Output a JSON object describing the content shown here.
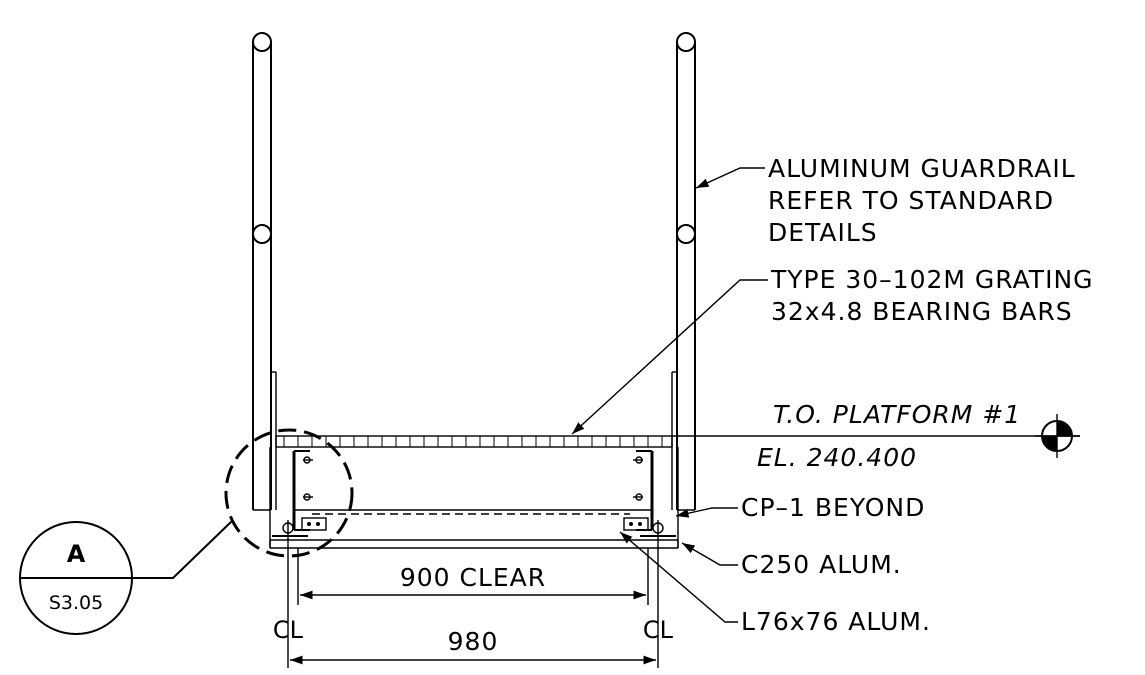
{
  "labels": {
    "guardrail": [
      "ALUMINUM GUARDRAIL",
      "REFER TO STANDARD",
      "DETAILS"
    ],
    "grating": [
      "TYPE 30–102M GRATING",
      "32x4.8 BEARING BARS"
    ],
    "platform": "T.O. PLATFORM #1",
    "elevation": "EL. 240.400",
    "cp1": "CP–1 BEYOND",
    "channel": "C250 ALUM.",
    "angle": "L76x76 ALUM."
  },
  "dimensions": {
    "clear": "900 CLEAR",
    "overall": "980"
  },
  "centerline": "CL",
  "detail_bubble": {
    "letter": "A",
    "sheet": "S3.05"
  }
}
